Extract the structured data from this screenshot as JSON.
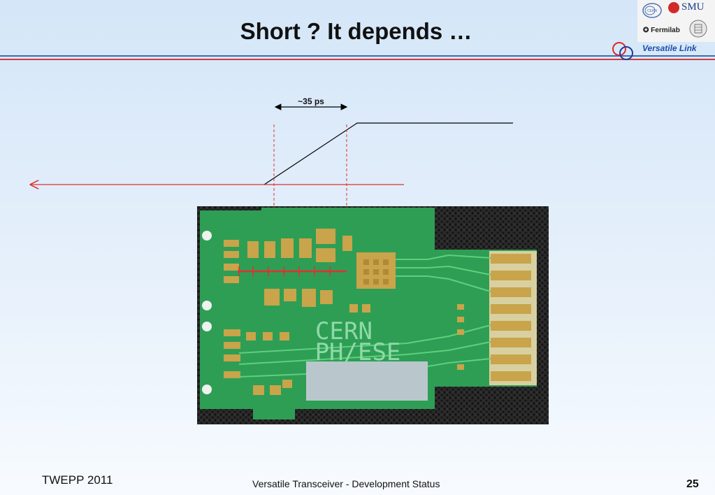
{
  "slide": {
    "title": "Short ? It depends …",
    "footer_left": "TWEPP 2011",
    "footer_center": "Versatile Transceiver - Development Status",
    "page_number": "25"
  },
  "header_logos": {
    "smu": "SMU",
    "fermilab": "Fermilab",
    "versatile_link": "Versatile Link",
    "cern_logo_text": "CERN"
  },
  "diagram": {
    "timing_label": "~35 ps"
  },
  "pcb": {
    "silkscreen_line1": "CERN",
    "silkscreen_line2": "PH/ESE"
  },
  "colors": {
    "title_line_blue": "#3a6fb8",
    "title_line_red": "#d23b3b",
    "marker_red": "#e23030",
    "board_green": "#2e9e55",
    "pad_gold": "#c9a44a"
  }
}
